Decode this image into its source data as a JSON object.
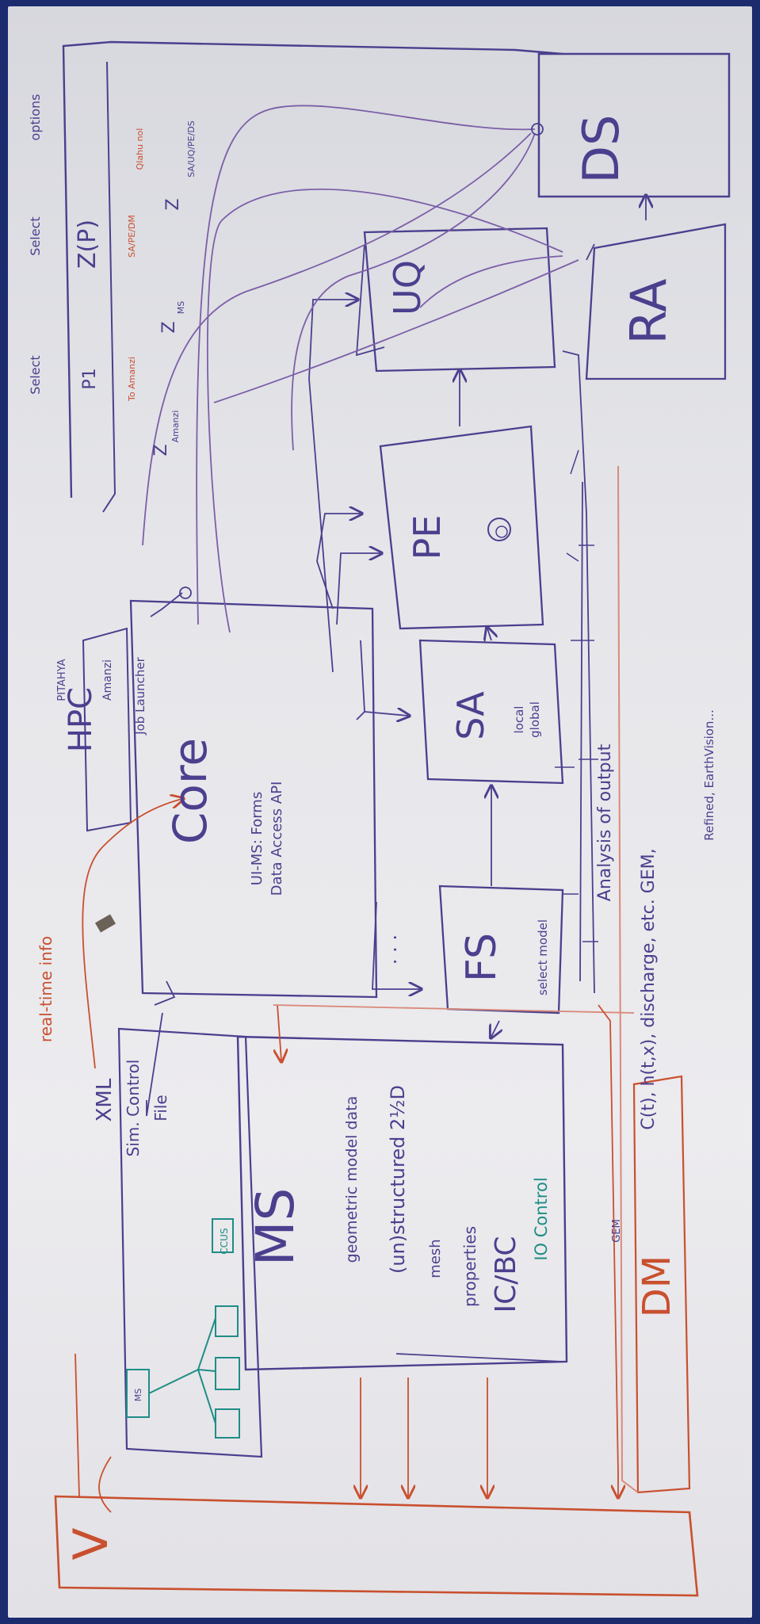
{
  "colors": {
    "purple": "#4b3f8e",
    "purple_light": "#7c5fa8",
    "orange": "#c9502f",
    "orange_light": "#d98a7a",
    "green": "#1f8d86",
    "board": "#e4e4e8",
    "frame": "#1c2a6e"
  },
  "blocks": {
    "core": {
      "label": "Core",
      "api_line1": "UI-MS: Forms",
      "api_line2": "Data Access API"
    },
    "hpc": {
      "label": "HPC",
      "sub1": "PITAHYA",
      "sub2": "Amanzi"
    },
    "job_launcher": {
      "label": "Job Launcher"
    },
    "xml": {
      "line1": "XML",
      "line2": "Sim. Control",
      "line3": "File"
    },
    "ms": {
      "label": "MS",
      "line1": "geometric model data",
      "line2": "(un)structured 2½D",
      "line3": "mesh",
      "line4": "properties",
      "line5": "IC/BC",
      "line6": "IO Control"
    },
    "ccus": {
      "label": "CCUS",
      "root": "MS"
    },
    "fs": {
      "label": "FS",
      "sub": "select model"
    },
    "sa": {
      "label": "SA",
      "sub1": "local",
      "sub2": "global"
    },
    "pe": {
      "label": "PE"
    },
    "uq": {
      "label": "UQ"
    },
    "ds": {
      "label": "DS"
    },
    "ra": {
      "label": "RA"
    },
    "dm": {
      "label": "DM",
      "tag": "GEM"
    },
    "v": {
      "label": "V"
    }
  },
  "labels": {
    "realtime": "real-time info",
    "analysis": "Analysis of output",
    "dm_data": "C(t), h(t,x), discharge, etc. GEM,",
    "refined": "Refined, EarthVision...",
    "select_p1": "Select",
    "p1": "P1",
    "select_p": "Select",
    "options": "options",
    "zp": "Z(P)",
    "z_amanzi": "Z",
    "z_amanzi_sub": "Amanzi",
    "z_ms": "Z",
    "z_ms_sub": "MS",
    "z_top": "Z",
    "z_top_sub": "SA/UQ/PE/DS",
    "to_amanzi": "To Amanzi",
    "sa_pe_dm": "SA/PE/DM",
    "ql_lahu_nol": "Qlahu nol",
    "dots": ". . ."
  }
}
